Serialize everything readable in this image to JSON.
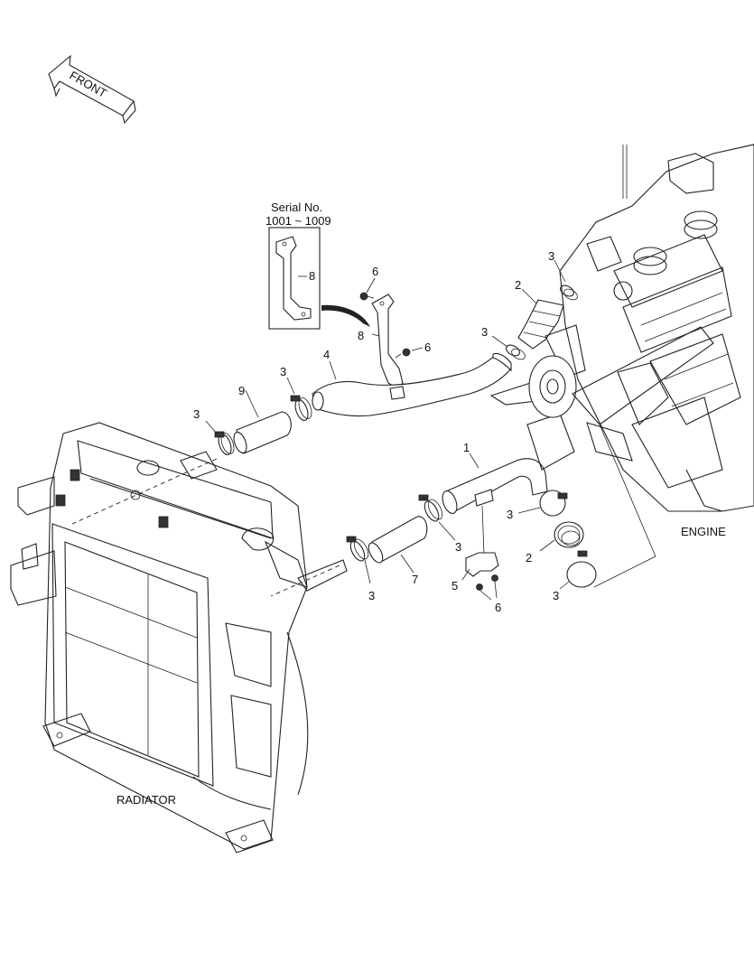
{
  "front_arrow": {
    "label": "FRONT"
  },
  "serial_box": {
    "title": "Serial No.",
    "range": "1001 ~ 1009",
    "part": "8"
  },
  "callouts": {
    "c1": "1",
    "c2a": "2",
    "c2b": "2",
    "c3a": "3",
    "c3b": "3",
    "c3c": "3",
    "c3d": "3",
    "c3e": "3",
    "c3f": "3",
    "c3g": "3",
    "c3h": "3",
    "c4": "4",
    "c5": "5",
    "c6a": "6",
    "c6b": "6",
    "c6c": "6",
    "c7": "7",
    "c8": "8",
    "c9": "9"
  },
  "assemblies": {
    "engine": "ENGINE",
    "radiator": "RADIATOR"
  }
}
